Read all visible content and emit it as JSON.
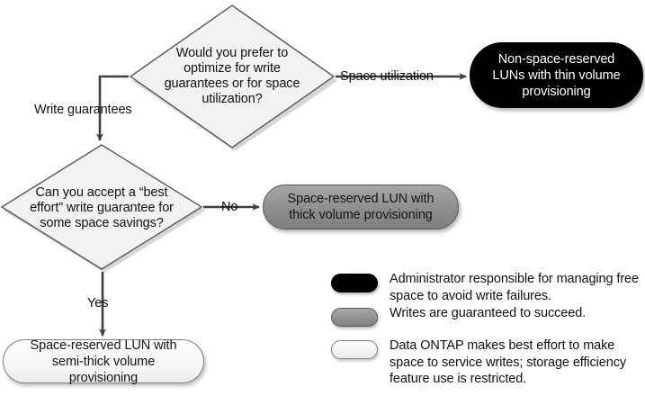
{
  "diagram": {
    "title": "LUN and volume provisioning decision flowchart",
    "colors": {
      "black_shape": "#000000",
      "gray_shape": "#8e8e8e",
      "white_shape": "#f5f5f5",
      "diamond_fill": "#f2f2f2",
      "outline": "#595959",
      "text": "#111111",
      "inverse_text": "#ffffff"
    },
    "nodes": {
      "decision_1": {
        "shape": "diamond",
        "text": "Would you prefer to optimize for write guarantees or for space utilization?"
      },
      "decision_2": {
        "shape": "diamond",
        "text": "Can you accept a “best effort” write guarantee for some space savings?"
      },
      "outcome_thin": {
        "shape": "rounded-rectangle",
        "fill": "black",
        "text": "Non-space-reserved LUNs with thin volume provisioning"
      },
      "outcome_thick": {
        "shape": "rounded-rectangle",
        "fill": "gray",
        "text": "Space-reserved LUN with thick volume provisioning"
      },
      "outcome_semi_thick": {
        "shape": "rounded-rectangle",
        "fill": "white",
        "text": "Space-reserved LUN with semi-thick volume provisioning"
      }
    },
    "edges": {
      "space_utilization": "Space utilization",
      "write_guarantees": "Write guarantees",
      "no": "No",
      "yes": "Yes"
    }
  },
  "legend": {
    "items": [
      {
        "swatch": "black",
        "text": "Administrator responsible for managing free space to avoid write failures."
      },
      {
        "swatch": "gray",
        "text": "Writes are guaranteed to succeed."
      },
      {
        "swatch": "white",
        "text": "Data ONTAP makes best effort to make space to service writes; storage efficiency feature use is restricted."
      }
    ]
  }
}
